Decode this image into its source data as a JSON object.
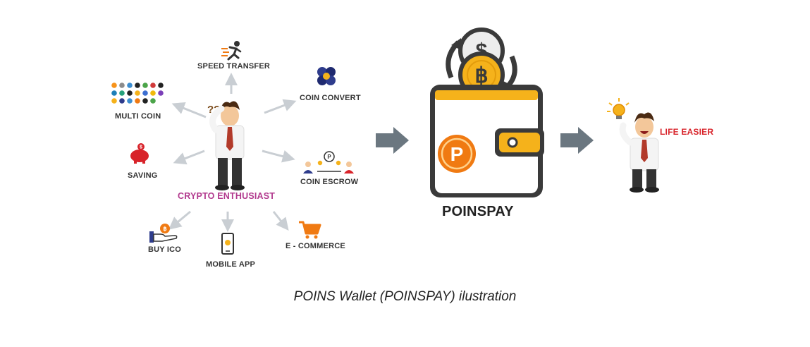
{
  "center_label": "CRYPTO ENTHUSIAST",
  "features": {
    "speed_transfer": "SPEED TRANSFER",
    "coin_convert": "COIN CONVERT",
    "multi_coin": "MULTI COIN",
    "saving": "SAVING",
    "coin_escrow": "COIN ESCROW",
    "buy_ico": "BUY ICO",
    "mobile_app": "MOBILE APP",
    "e_commerce": "E - COMMERCE"
  },
  "wallet": {
    "name": "POINSPAY",
    "coin_symbol": "฿",
    "dollar_symbol": "$"
  },
  "result_label": "LIFE EASIER",
  "caption": "POINS Wallet (POINSPAY) ilustration",
  "colors": {
    "gold": "#F5B21B",
    "orange": "#F07A12",
    "dark": "#3A3A3A",
    "arrow_gray": "#6B7780",
    "light_arrow": "#C9CED3",
    "center_label": "#B23A8E",
    "result_label": "#D8232A",
    "shirt": "#F4F4F4",
    "tie": "#B23A2A",
    "hair": "#4A2A12",
    "skin": "#F3C79A"
  }
}
